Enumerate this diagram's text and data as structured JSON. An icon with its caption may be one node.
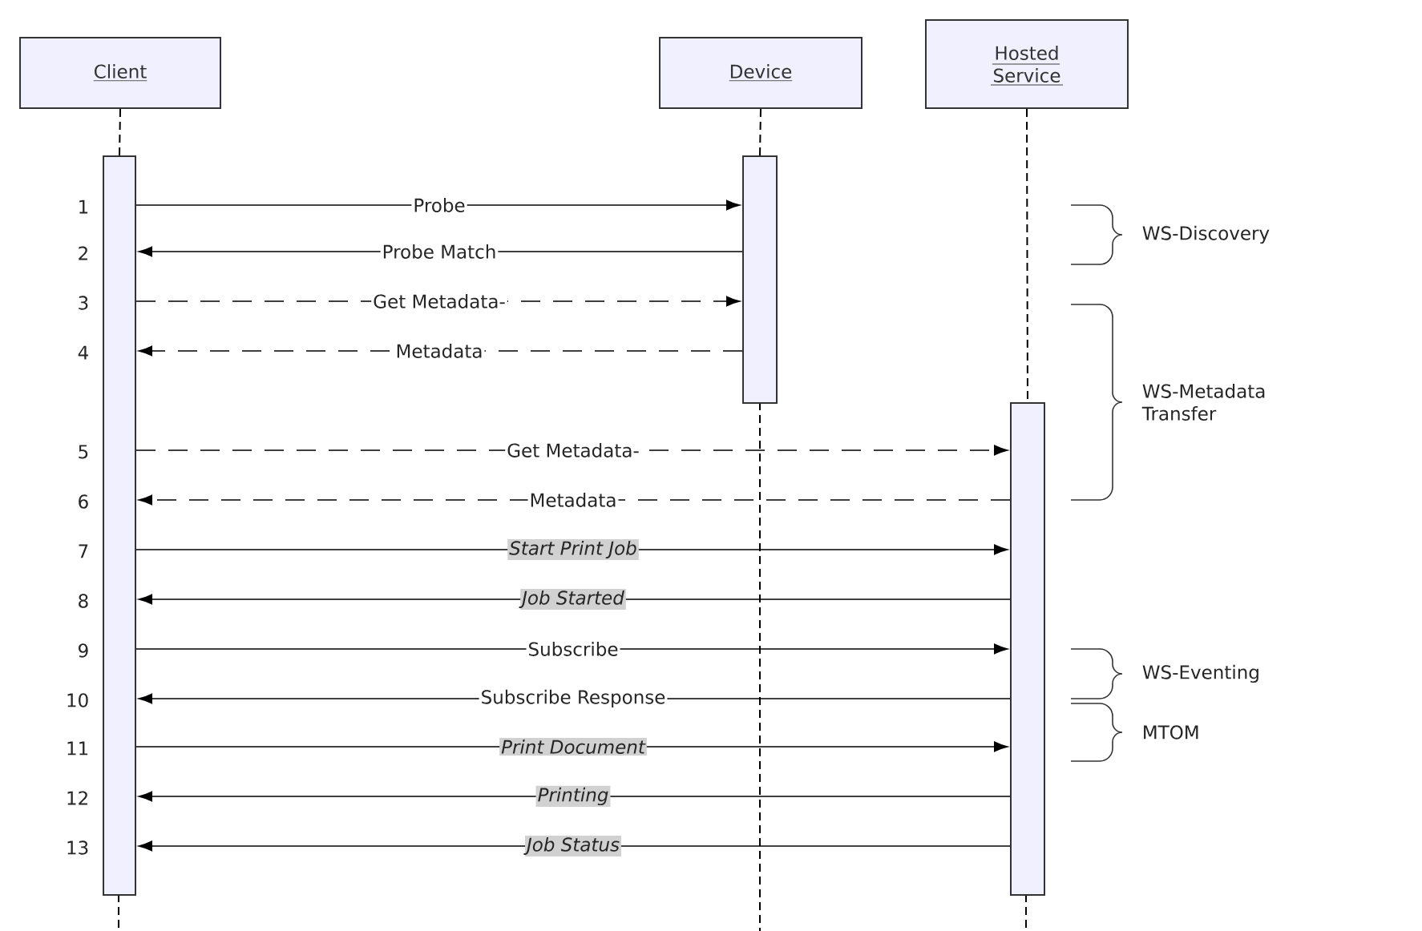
{
  "diagram": {
    "nodes": [
      {
        "text": [
          "Client"
        ]
      },
      {
        "text": [
          "Device"
        ]
      },
      {
        "text": [
          "Hosted Service"
        ]
      },
      {
        "text": [],
        "shape": "bar"
      },
      {
        "text": [],
        "shape": "bar"
      },
      {
        "text": [],
        "shape": "bar"
      }
    ],
    "edges": [
      {
        "from": 3,
        "to": 4,
        "arrow": "to",
        "label": "Probe"
      },
      {
        "from": 4,
        "to": 3,
        "arrow": "to",
        "label": "Probe Match"
      },
      {
        "from": 3,
        "to": 4,
        "arrow": "to",
        "label": "Get Metadata-",
        "style": "dashed"
      },
      {
        "from": 4,
        "to": 3,
        "arrow": "to",
        "label": "Metadata",
        "style": "dashed"
      },
      {
        "from": 3,
        "to": 5,
        "arrow": "to",
        "label": "Get Metadata-",
        "style": "dashed"
      },
      {
        "from": 5,
        "to": 3,
        "arrow": "to",
        "label": "Metadata",
        "style": "dashed"
      },
      {
        "from": 3,
        "to": 5,
        "arrow": "to",
        "label": "Start Print Job"
      },
      {
        "from": 5,
        "to": 3,
        "arrow": "to",
        "label": "Job Started"
      },
      {
        "from": 3,
        "to": 5,
        "arrow": "to",
        "label": "Subscribe"
      },
      {
        "from": 5,
        "to": 3,
        "arrow": "to",
        "label": "Subscribe Response"
      },
      {
        "from": 3,
        "to": 5,
        "arrow": "to",
        "label": "Print Document"
      },
      {
        "from": 5,
        "to": 3,
        "arrow": "to",
        "label": "Printing"
      },
      {
        "from": 5,
        "to": 3,
        "arrow": "to",
        "label": "Job Status"
      },
      {
        "from": 0,
        "to": 3,
        "arrow": "none",
        "style": "dashed"
      },
      {
        "from": 1,
        "to": 4,
        "arrow": "none",
        "style": "dashed"
      },
      {
        "from": 2,
        "to": 5,
        "arrow": "none",
        "style": "dashed"
      }
    ],
    "labels": [
      "1",
      "2",
      "3",
      "4",
      "5",
      "6",
      "7",
      "8",
      "9",
      "10",
      "11",
      "12",
      "13",
      "WS-Discovery",
      "WS-Metadata Transfer",
      "WS-Eventing",
      "MTOM"
    ]
  }
}
